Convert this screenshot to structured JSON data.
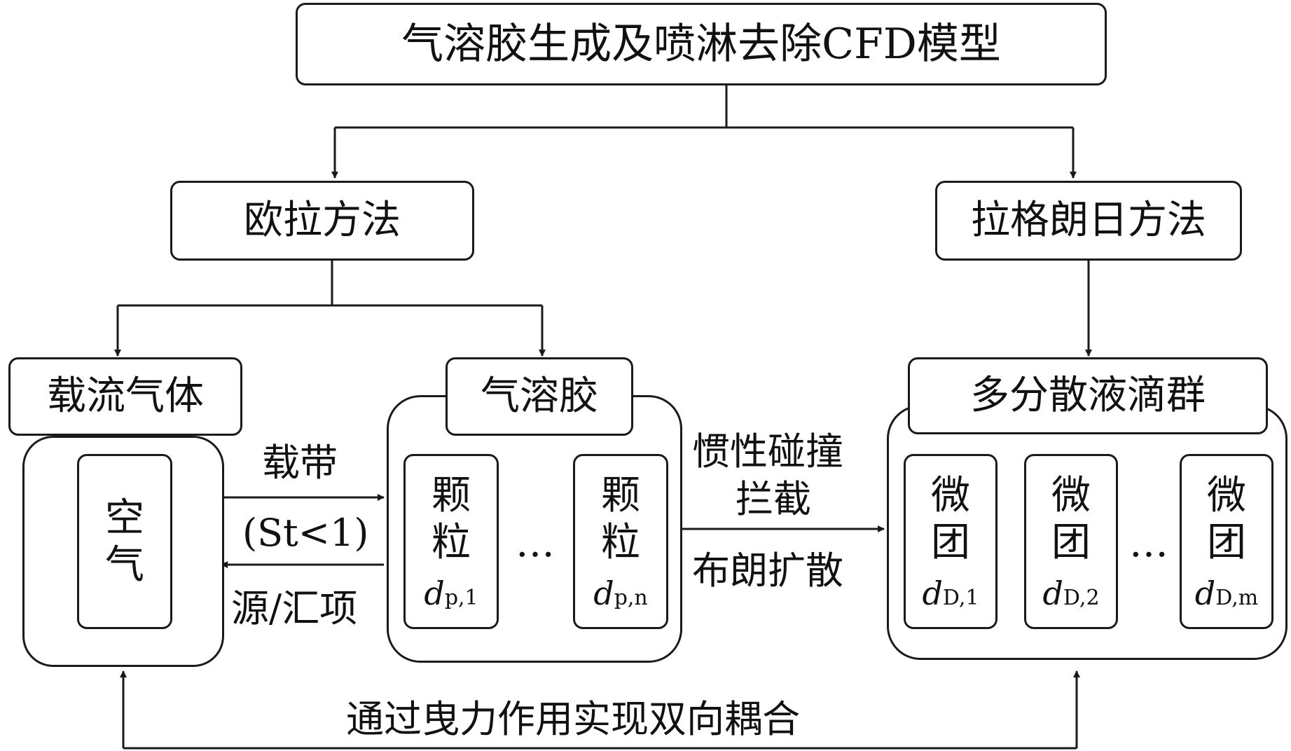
{
  "title": "气溶胶生成及喷淋去除CFD模型",
  "euler": "欧拉方法",
  "lagrange": "拉格朗日方法",
  "carrier": {
    "label": "载流气体",
    "inner": [
      "空",
      "气"
    ]
  },
  "aerosol": {
    "label": "气溶胶",
    "particles": [
      {
        "chars": [
          "颗",
          "粒"
        ],
        "symbol": "d",
        "sub": "p,1"
      },
      {
        "chars": [
          "颗",
          "粒"
        ],
        "symbol": "d",
        "sub": "p,n"
      }
    ],
    "ellipsis": "…"
  },
  "droplets": {
    "label": "多分散液滴群",
    "groups": [
      {
        "chars": [
          "微",
          "团"
        ],
        "symbol": "d",
        "sub": "D,1"
      },
      {
        "chars": [
          "微",
          "团"
        ],
        "symbol": "d",
        "sub": "D,2"
      },
      {
        "chars": [
          "微",
          "团"
        ],
        "symbol": "d",
        "sub": "D,m"
      }
    ],
    "ellipsis": "…"
  },
  "links": {
    "carry": "载带",
    "stokes": "(St<1)",
    "source_sink": "源/汇项",
    "inertial": "惯性碰撞",
    "intercept": "拦截",
    "brownian": "布朗扩散",
    "coupling": "通过曳力作用实现双向耦合"
  }
}
